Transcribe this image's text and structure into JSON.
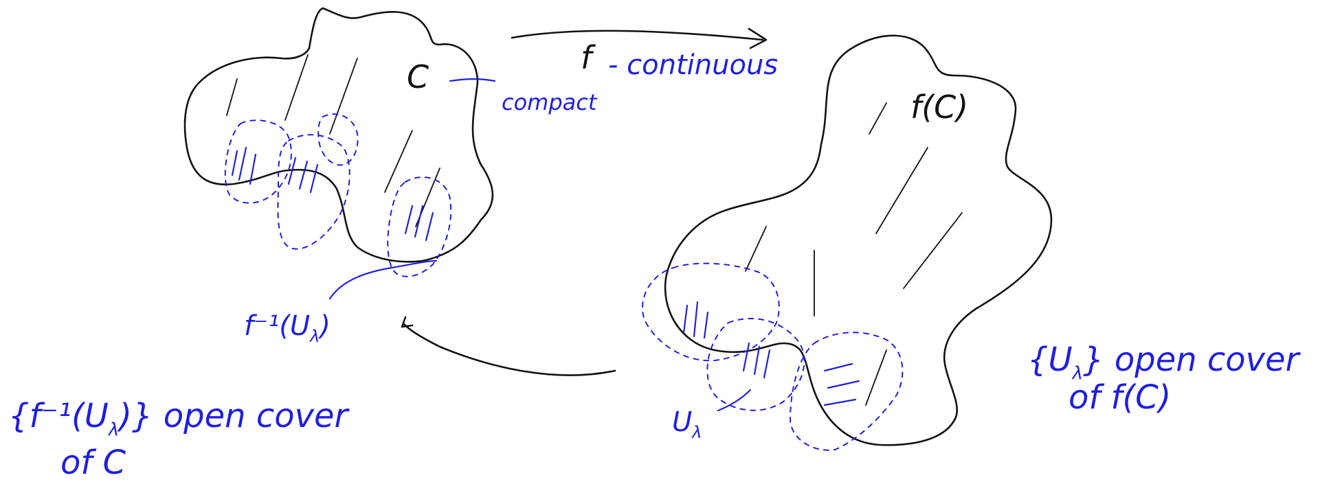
{
  "labels": {
    "set_c": "C",
    "compact": "compact",
    "map_f": "f",
    "continuous": "- continuous",
    "image": "f(C)",
    "preimage": "f⁻¹(U",
    "preimage_sub": "λ",
    "preimage_close": ")",
    "u_lambda": "U",
    "u_lambda_sub": "λ",
    "cover_c_line1": "{f⁻¹(U",
    "cover_c_line1_sub": "λ",
    "cover_c_line1_rest": ")} open cover",
    "cover_c_line2": "of C",
    "cover_fc_line1": "{U",
    "cover_fc_line1_sub": "λ",
    "cover_fc_line1_rest": "} open cover",
    "cover_fc_line2": "of f(C)"
  },
  "colors": {
    "pen_black": "#111111",
    "pen_blue": "#1f1fe0",
    "background": "#ffffff"
  }
}
